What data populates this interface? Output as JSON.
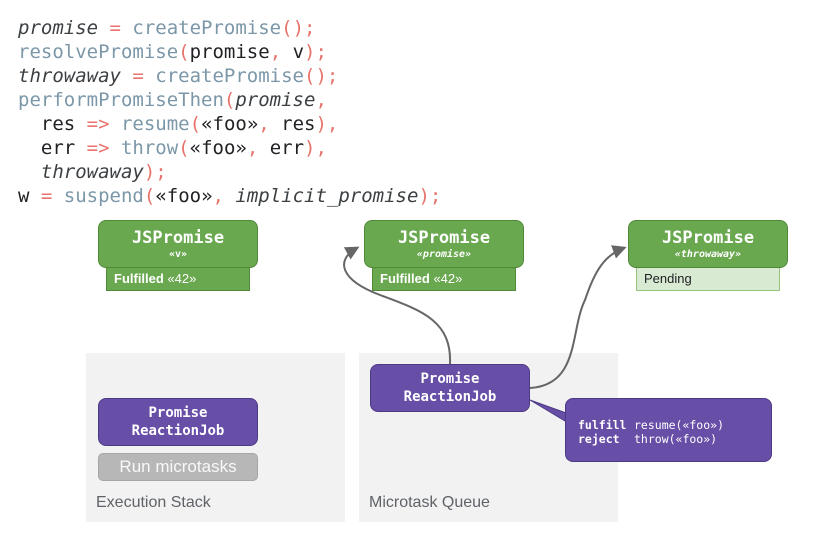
{
  "code": {
    "lines": [
      [
        {
          "t": "promise",
          "c": "it"
        },
        {
          "t": " = ",
          "c": "op"
        },
        {
          "t": "createPromise",
          "c": "fn"
        },
        {
          "t": "();",
          "c": "op"
        }
      ],
      [
        {
          "t": "resolvePromise",
          "c": "fn"
        },
        {
          "t": "(",
          "c": "op"
        },
        {
          "t": "promise",
          "c": "id"
        },
        {
          "t": ", ",
          "c": "op"
        },
        {
          "t": "v",
          "c": "id"
        },
        {
          "t": ");",
          "c": "op"
        }
      ],
      [
        {
          "t": "throwaway",
          "c": "it"
        },
        {
          "t": " = ",
          "c": "op"
        },
        {
          "t": "createPromise",
          "c": "fn"
        },
        {
          "t": "();",
          "c": "op"
        }
      ],
      [
        {
          "t": "performPromiseThen",
          "c": "fn"
        },
        {
          "t": "(",
          "c": "op"
        },
        {
          "t": "promise",
          "c": "it"
        },
        {
          "t": ",",
          "c": "op"
        }
      ],
      [
        {
          "t": "  res",
          "c": "id"
        },
        {
          "t": " => ",
          "c": "op"
        },
        {
          "t": "resume",
          "c": "fn"
        },
        {
          "t": "(",
          "c": "op"
        },
        {
          "t": "«foo»",
          "c": "id"
        },
        {
          "t": ", ",
          "c": "op"
        },
        {
          "t": "res",
          "c": "id"
        },
        {
          "t": "),",
          "c": "op"
        }
      ],
      [
        {
          "t": "  err",
          "c": "id"
        },
        {
          "t": " => ",
          "c": "op"
        },
        {
          "t": "throw",
          "c": "fn"
        },
        {
          "t": "(",
          "c": "op"
        },
        {
          "t": "«foo»",
          "c": "id"
        },
        {
          "t": ", ",
          "c": "op"
        },
        {
          "t": "err",
          "c": "id"
        },
        {
          "t": "),",
          "c": "op"
        }
      ],
      [
        {
          "t": "  ",
          "c": "id"
        },
        {
          "t": "throwaway",
          "c": "it"
        },
        {
          "t": ");",
          "c": "op"
        }
      ],
      [
        {
          "t": "w",
          "c": "id"
        },
        {
          "t": " = ",
          "c": "op"
        },
        {
          "t": "suspend",
          "c": "fn"
        },
        {
          "t": "(",
          "c": "op"
        },
        {
          "t": "«foo»",
          "c": "id"
        },
        {
          "t": ", ",
          "c": "op"
        },
        {
          "t": "implicit_promise",
          "c": "it"
        },
        {
          "t": ");",
          "c": "op"
        }
      ]
    ]
  },
  "promises": [
    {
      "title": "JSPromise",
      "name": "«v»",
      "name_italic": false,
      "state": "Fulfilled",
      "value": " «42»",
      "state_kind": "fulfilled"
    },
    {
      "title": "JSPromise",
      "name": "«promise»",
      "name_italic": true,
      "state": "Fulfilled",
      "value": " «42»",
      "state_kind": "fulfilled"
    },
    {
      "title": "JSPromise",
      "name": "«throwaway»",
      "name_italic": true,
      "state": "Pending",
      "value": "",
      "state_kind": "pending"
    }
  ],
  "execution_stack": {
    "label": "Execution Stack",
    "job_line1": "Promise",
    "job_line2": "ReactionJob",
    "run_label": "Run microtasks"
  },
  "microtask_queue": {
    "label": "Microtask Queue",
    "job_line1": "Promise",
    "job_line2": "ReactionJob"
  },
  "callout": {
    "fulfill_kw": "fulfill",
    "fulfill_val": "resume(«foo»)",
    "reject_kw": "reject",
    "reject_val": "throw(«foo»)"
  },
  "colors": {
    "promise_green": "#69a84f",
    "pending_bg": "#d9ead3",
    "job_purple": "#674ea7",
    "panel_gray": "#f2f2f2",
    "arrow": "#666666"
  }
}
